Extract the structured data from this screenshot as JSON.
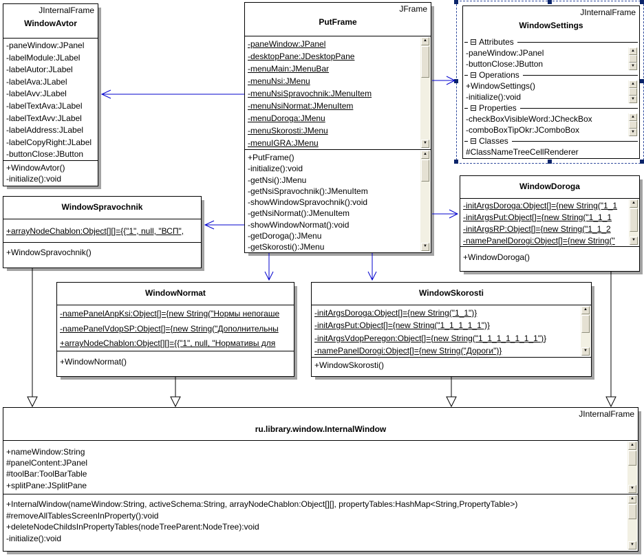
{
  "icons": {
    "scroll_up": "▲",
    "scroll_down": "▼",
    "collapse": "⊟"
  },
  "colors": {
    "dependency_arrow": "#0000cd",
    "selection_border": "#2f4a9e",
    "selection_handle": "#0a246a",
    "shadow": "#a3a3a3",
    "box_border": "#000000"
  },
  "classes": {
    "window_avtor": {
      "stereotype": "JInternalFrame",
      "name": "WindowAvtor",
      "attrs": [
        "-paneWindow:JPanel",
        "-labelModule:JLabel",
        "-labelAutor:JLabel",
        "-labelAva:JLabel",
        "-labelAvv:JLabel",
        "-labelTextAva:JLabel",
        "-labelTextAvv:JLabel",
        "-labelAddress:JLabel",
        "-labelCopyRight:JLabel",
        "-buttonClose:JButton"
      ],
      "methods": [
        "+WindowAvtor()",
        "-initialize():void"
      ]
    },
    "put_frame": {
      "stereotype": "JFrame",
      "name": "PutFrame",
      "attrs": [
        "-paneWindow:JPanel",
        "-desktopPane:JDesktopPane",
        "-menuMain:JMenuBar",
        "-menuNsi:JMenu",
        "-menuNsiSpravochnik:JMenuItem",
        "-menuNsiNormat:JMenuItem",
        "-menuDoroga:JMenu",
        "-menuSkorosti:JMenu",
        "-menuIGRA:JMenu"
      ],
      "methods": [
        "+PutFrame()",
        "-initialize():void",
        "-getNsi():JMenu",
        "-getNsiSpravochnik():JMenuItem",
        "-showWindowSpravochnik():void",
        "-getNsiNormat():JMenuItem",
        "-showWindowNormat():void",
        "-getDoroga():JMenu",
        "-getSkorosti():JMenu"
      ]
    },
    "window_settings": {
      "stereotype": "JInternalFrame",
      "name": "WindowSettings",
      "sections": {
        "attributes": {
          "label": "Attributes",
          "items": [
            "-paneWindow:JPanel",
            "-buttonClose:JButton"
          ]
        },
        "operations": {
          "label": "Operations",
          "items": [
            "+WindowSettings()",
            "-initialize():void"
          ]
        },
        "properties": {
          "label": "Properties",
          "items": [
            "-checkBoxVisibleWord:JCheckBox",
            "-comboBoxTipOkr:JComboBox"
          ]
        },
        "classes": {
          "label": "Classes",
          "items": [
            "#ClassNameTreeCellRenderer"
          ]
        }
      }
    },
    "window_spravochnik": {
      "name": "WindowSpravochnik",
      "attrs": [
        "+arrayNodeChablon:Object[][]={{\"1\", null, \"ВСП\","
      ],
      "methods": [
        "+WindowSpravochnik()"
      ]
    },
    "window_doroga": {
      "name": "WindowDoroga",
      "attrs": [
        "-initArgsDoroga:Object[]={new String(\"1_1",
        "-initArgsPut:Object[]={new String(\"1_1_1",
        "-initArgsRP:Object[]={new String(\"1_1_2",
        "-namePanelDorogi:Object[]={new String(\""
      ],
      "methods": [
        "+WindowDoroga()"
      ]
    },
    "window_normat": {
      "name": "WindowNormat",
      "attrs": [
        "-namePanelAnpKsi:Object[]={new String(\"Нормы непогаше",
        "-namePanelVdopSP:Object[]={new String(\"Дополнительны",
        "+arrayNodeChablon:Object[][]={{\"1\", null, \"Нормативы для"
      ],
      "methods": [
        "+WindowNormat()"
      ]
    },
    "window_skorosti": {
      "name": "WindowSkorosti",
      "attrs": [
        "-initArgsDoroga:Object[]={new String(\"1_1\")}",
        "-initArgsPut:Object[]={new String(\"1_1_1_1_1\")}",
        "-initArgsVdopPeregon:Object[]={new String(\"1_1_1_1_1_1_1\")}",
        "-namePanelDorogi:Object[]={new String(\"Дороги\")}"
      ],
      "methods": [
        "+WindowSkorosti()"
      ]
    },
    "internal_window": {
      "stereotype": "JInternalFrame",
      "name": "ru.library.window.InternalWindow",
      "attrs": [
        "+nameWindow:String",
        "#panelContent:JPanel",
        "#toolBar:ToolBarTable",
        "+splitPane:JSplitPane"
      ],
      "methods": [
        "+InternalWindow(nameWindow:String, activeSchema:String, arrayNodeChablon:Object[][], propertyTables:HashMap<String,PropertyTable>)",
        "#removeAllTablesScreenInProperty():void",
        "+deleteNodeChildsInPropertyTables(nodeTreeParent:NodeTree):void",
        "-initialize():void"
      ]
    }
  },
  "connectors": {
    "dependencies": [
      {
        "from": "PutFrame",
        "to": "WindowAvtor"
      },
      {
        "from": "PutFrame",
        "to": "WindowSettings"
      },
      {
        "from": "PutFrame",
        "to": "WindowSpravochnik"
      },
      {
        "from": "PutFrame",
        "to": "WindowDoroga"
      },
      {
        "from": "PutFrame",
        "to": "WindowNormat"
      },
      {
        "from": "PutFrame",
        "to": "WindowSkorosti"
      }
    ],
    "generalizations": [
      {
        "from": "WindowSpravochnik",
        "to": "ru.library.window.InternalWindow"
      },
      {
        "from": "WindowNormat",
        "to": "ru.library.window.InternalWindow"
      },
      {
        "from": "WindowSkorosti",
        "to": "ru.library.window.InternalWindow"
      },
      {
        "from": "WindowDoroga",
        "to": "ru.library.window.InternalWindow"
      }
    ]
  }
}
